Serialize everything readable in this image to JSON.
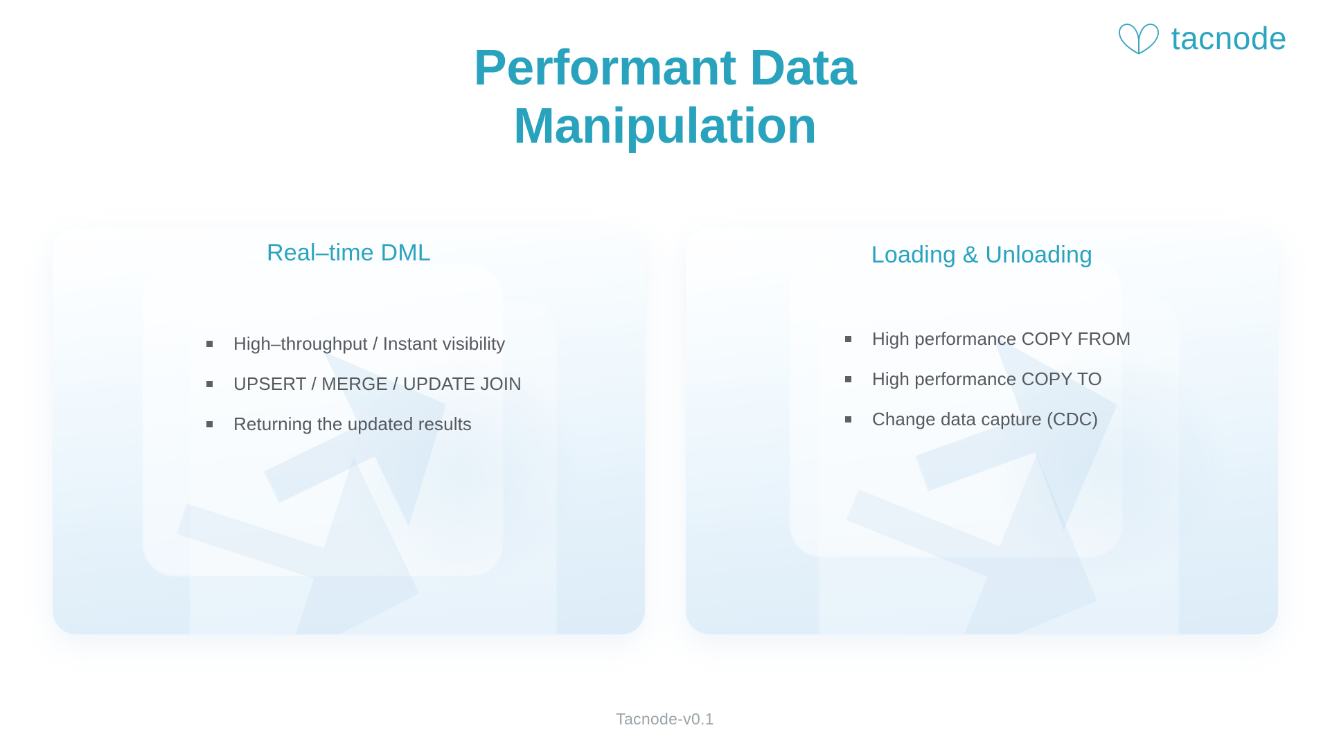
{
  "brand": {
    "logo_icon": "tacnode-butterfly-logo-icon",
    "wordmark": "tacnode",
    "accent_color": "#2ca5c0"
  },
  "title": {
    "line1": "Performant Data",
    "line2": "Manipulation",
    "color": "#29a3bd"
  },
  "cards": [
    {
      "heading": "Real–time DML",
      "heading_color": "#2ba3bf",
      "bullets": [
        "High–throughput / Instant visibility",
        "UPSERT / MERGE / UPDATE JOIN",
        "Returning the updated results"
      ]
    },
    {
      "heading": "Loading & Unloading",
      "heading_color": "#2ba3bf",
      "bullets": [
        "High performance COPY FROM",
        "High performance COPY TO",
        "Change data capture (CDC)"
      ]
    }
  ],
  "footer": {
    "label": "Tacnode-v0.1",
    "color": "#9aa3a8"
  }
}
